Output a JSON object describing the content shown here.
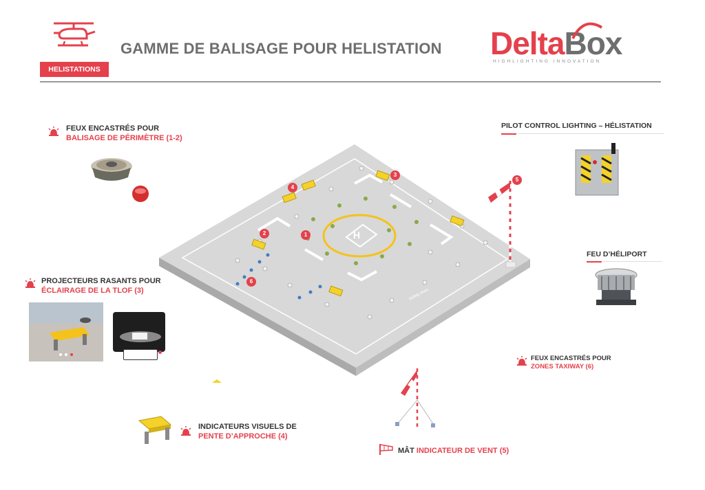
{
  "header": {
    "category_tag": "HELISTATIONS",
    "title": "GAMME DE BALISAGE POUR HELISTATION",
    "logo_delta": "Delta",
    "logo_box": "Box",
    "logo_tagline": "HIGHLIGHTING INNOVATION"
  },
  "labels": {
    "feux_perimetre_line1": "FEUX ENCASTRÉS POUR",
    "feux_perimetre_line2": "BALISAGE DE PÉRIMÈTRE (1-2)",
    "pilot_control": "PILOT CONTROL LIGHTING – HÉLISTATION",
    "feu_heliport": "FEU D’HÉLIPORT",
    "projecteurs_line1": "PROJECTEURS RASANTS POUR",
    "projecteurs_line2": "ÉCLAIRAGE DE LA TLOF (3)",
    "taxiway_line1": "FEUX ENCASTRÉS POUR",
    "taxiway_line2": "ZONES TAXIWAY (6)",
    "indicateurs_line1": "INDICATEURS VISUELS DE",
    "indicateurs_line2": "PENTE D’APPROCHE (4)",
    "mat_prefix": "MÂT",
    "mat_highlight": "INDICATEUR DE VENT (5)"
  },
  "diagram": {
    "markers": [
      "1",
      "2",
      "3",
      "4",
      "5",
      "6"
    ],
    "pad_text": "Safety Area"
  },
  "colors": {
    "accent": "#e4414c",
    "title_gray": "#6e6e6e",
    "pad_surface": "#dcdcdc",
    "light_yellow": "#f4d22a"
  }
}
